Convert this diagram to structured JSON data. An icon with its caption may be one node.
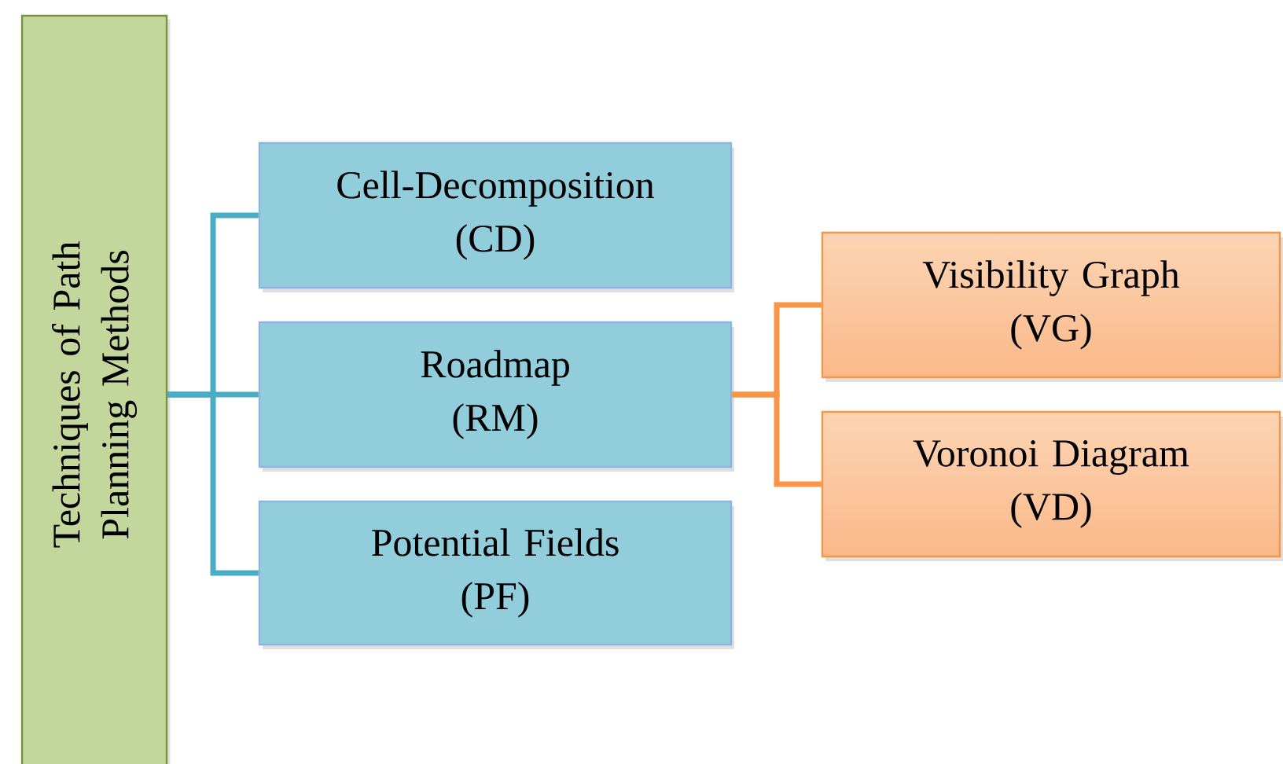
{
  "diagram": {
    "nodes": [
      {
        "text": [
          "Techniques of Path Planning Methods"
        ]
      },
      {
        "text": [
          "Cell-Decomposition",
          "(CD)"
        ]
      },
      {
        "text": [
          "Roadmap",
          "(RM)"
        ]
      },
      {
        "text": [
          "Potential Fields",
          "(PF)"
        ]
      },
      {
        "text": [
          "Visibility Graph",
          "(VG)"
        ]
      },
      {
        "text": [
          "Voronoi Diagram",
          "(VD)"
        ]
      }
    ],
    "edges": [
      {
        "from": 0,
        "to": 1,
        "arrow": "none"
      },
      {
        "from": 0,
        "to": 2,
        "arrow": "none"
      },
      {
        "from": 0,
        "to": 3,
        "arrow": "none"
      },
      {
        "from": 2,
        "to": 4,
        "arrow": "none",
        "color": "#f79646"
      },
      {
        "from": 2,
        "to": 5,
        "arrow": "none",
        "color": "#f79646"
      }
    ]
  }
}
